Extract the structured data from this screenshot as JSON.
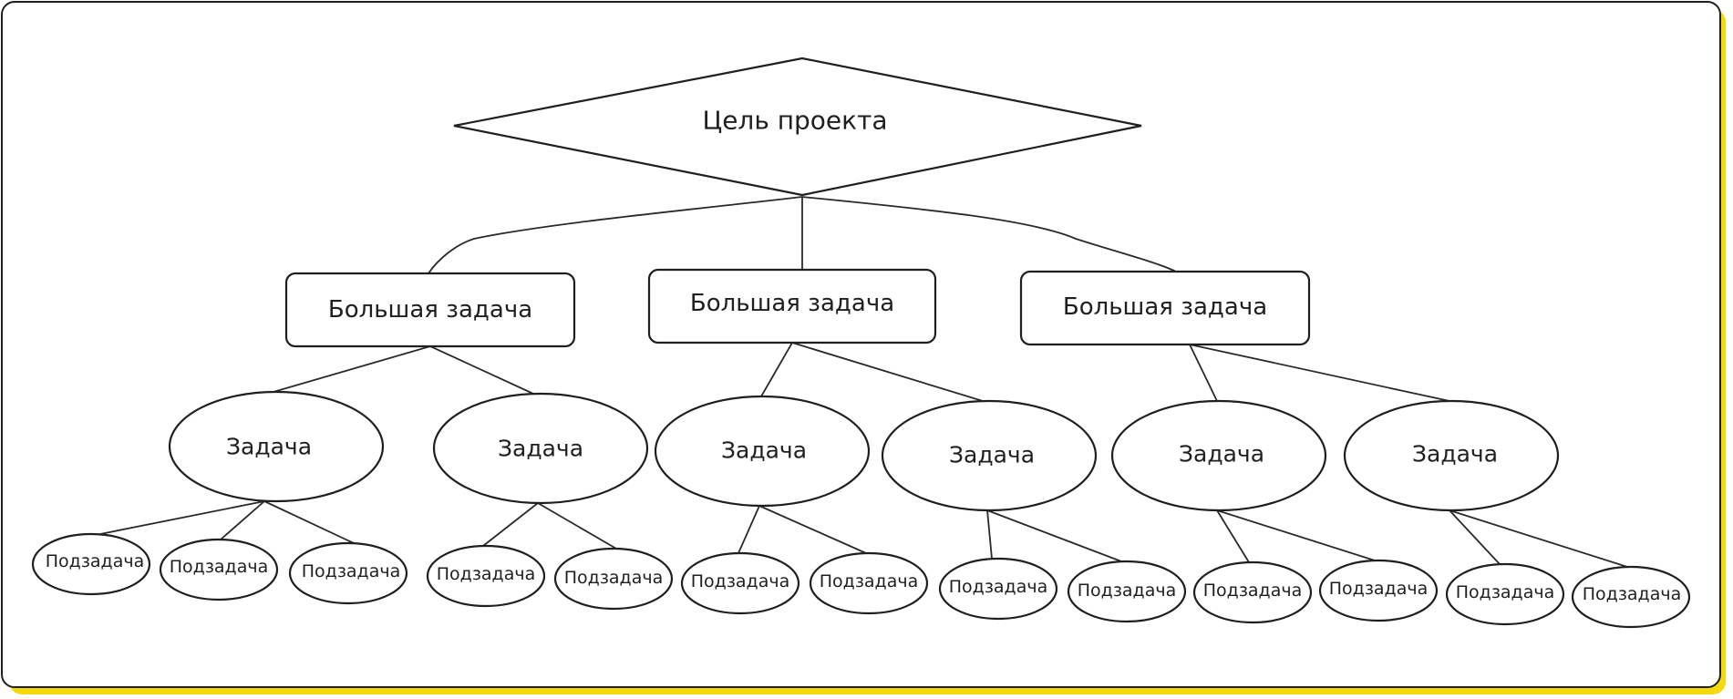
{
  "diagram": {
    "goal": {
      "label": "Цель проекта"
    },
    "big_tasks": [
      {
        "label": "Большая задача",
        "tasks": [
          {
            "label": "Задача",
            "subtasks": [
              "Подзадача",
              "Подзадача",
              "Подзадача"
            ]
          },
          {
            "label": "Задача",
            "subtasks": [
              "Подзадача",
              "Подзадача"
            ]
          }
        ]
      },
      {
        "label": "Большая задача",
        "tasks": [
          {
            "label": "Задача",
            "subtasks": [
              "Подзадача",
              "Подзадача"
            ]
          },
          {
            "label": "Задача",
            "subtasks": [
              "Подзадача",
              "Подзадача"
            ]
          }
        ]
      },
      {
        "label": "Большая задача",
        "tasks": [
          {
            "label": "Задача",
            "subtasks": [
              "Подзадача",
              "Подзадача"
            ]
          },
          {
            "label": "Задача",
            "subtasks": [
              "Подзадача",
              "Подзадача"
            ]
          }
        ]
      }
    ]
  },
  "colors": {
    "frame_border": "#1f1f1f",
    "frame_shadow": "#f5d90a",
    "stroke": "#1f1f1f",
    "fill": "#ffffff"
  }
}
